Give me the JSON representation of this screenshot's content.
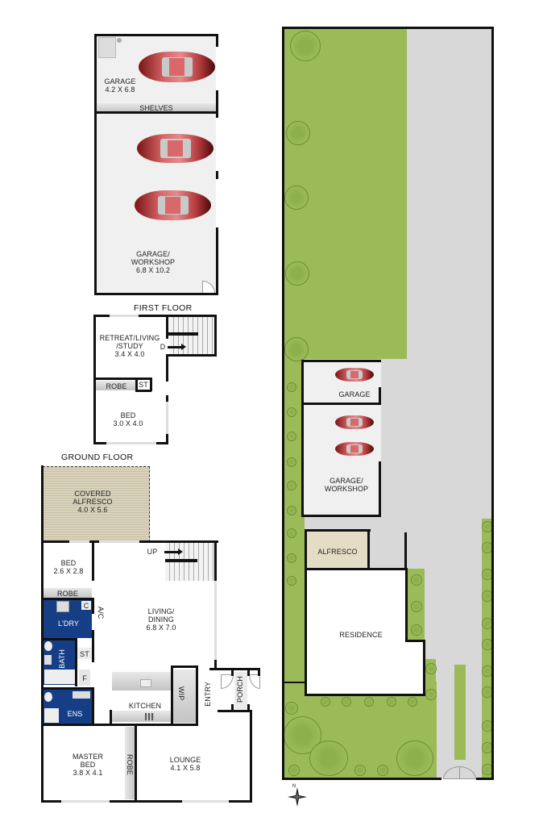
{
  "plan": {
    "first_floor_heading": "FIRST FLOOR",
    "ground_floor_heading": "GROUND FLOOR"
  },
  "garage_building": {
    "garage": {
      "name": "GARAGE",
      "size": "4.2 X 6.8"
    },
    "shelves": "SHELVES",
    "workshop": {
      "name": "GARAGE/\nWORKSHOP",
      "name_line1": "GARAGE/",
      "name_line2": "WORKSHOP",
      "size": "6.8 X 10.2"
    }
  },
  "first_floor": {
    "retreat": {
      "line1": "RETREAT/LIVING",
      "line2": "/STUDY",
      "size": "3.4 X 4.0"
    },
    "stair_label": "D",
    "robe": "ROBE",
    "store": "ST",
    "bed": {
      "name": "BED",
      "size": "3.0 X 4.0"
    }
  },
  "ground_floor": {
    "covered_alfresco": {
      "line1": "COVERED",
      "line2": "ALFRESCO",
      "size": "4.0 X 5.6"
    },
    "bed": {
      "name": "BED",
      "size": "2.6 X 2.8"
    },
    "robe": "ROBE",
    "stair_label": "UP",
    "laundry": "L'DRY",
    "cupboard": "C",
    "ac": "A/C",
    "store": "ST",
    "bath": "BATH",
    "fridge": "F",
    "ensuite": "ENS",
    "living": {
      "line1": "LIVING/",
      "line2": "DINING",
      "size": "6.8 X 7.0"
    },
    "kitchen": "KITCHEN",
    "wip": "WIP",
    "entry": "ENTRY",
    "porch": "PORCH",
    "master_bed": {
      "line1": "MASTER",
      "line2": "BED",
      "size": "3.8 X 4.1"
    },
    "master_robe": "ROBE",
    "lounge": {
      "name": "LOUNGE",
      "size": "4.1 X 5.8"
    }
  },
  "site_plan": {
    "garage": "GARAGE",
    "workshop_line1": "GARAGE/",
    "workshop_line2": "WORKSHOP",
    "alfresco": "ALFRESCO",
    "residence": "RESIDENCE",
    "compass": "N"
  },
  "colors": {
    "wall": "#111111",
    "wet_area": "#163e86",
    "lawn": "#9bbb59",
    "driveway": "#d8d8d8",
    "alfresco": "#e5dcc5",
    "car": "#c94a4d"
  }
}
